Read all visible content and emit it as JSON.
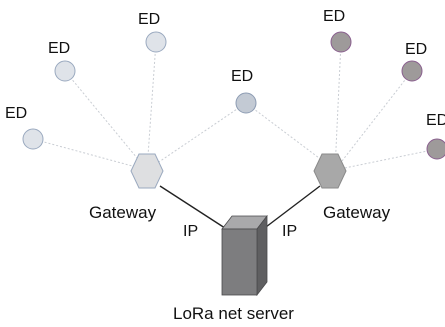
{
  "diagram": {
    "end_device_label": "ED",
    "gateway_label": "Gateway",
    "link_label": "IP",
    "server_label": "LoRa net server"
  },
  "colors": {
    "left_group_node": "#dfe3e9",
    "left_group_stroke": "#9aa9bf",
    "mid_node": "#c3cad4",
    "right_group_node": "#9e9a9a",
    "right_group_stroke": "#8a5f8f",
    "gateway_left": "#dedfe1",
    "gateway_right": "#a8a8a8",
    "dotted_link": "#c9cdd3",
    "ip_link": "#222222",
    "server_front": "#7d7d7f",
    "server_side": "#5f5f61",
    "server_top": "#a9a9ab"
  }
}
